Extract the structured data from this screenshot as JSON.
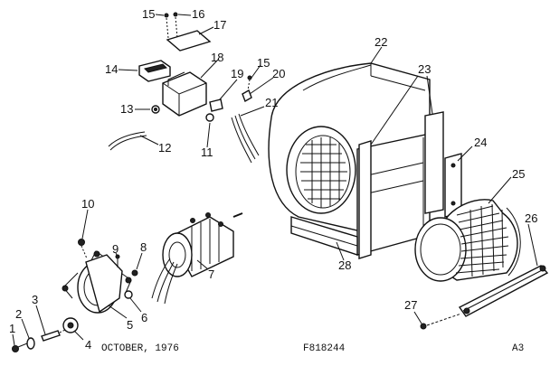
{
  "callouts": {
    "c1": "1",
    "c2": "2",
    "c3": "3",
    "c4": "4",
    "c5": "5",
    "c6": "6",
    "c7": "7",
    "c8": "8",
    "c9": "9",
    "c10": "10",
    "c11": "11",
    "c12": "12",
    "c13": "13",
    "c14": "14",
    "c15a": "15",
    "c15b": "15",
    "c16": "16",
    "c17": "17",
    "c18": "18",
    "c19": "19",
    "c20": "20",
    "c21": "21",
    "c22": "22",
    "c23": "23",
    "c24": "24",
    "c25": "25",
    "c26": "26",
    "c27": "27",
    "c28": "28"
  },
  "footer": {
    "date": "OCTOBER, 1976",
    "drawing_number": "F818244",
    "sheet": "A3"
  }
}
